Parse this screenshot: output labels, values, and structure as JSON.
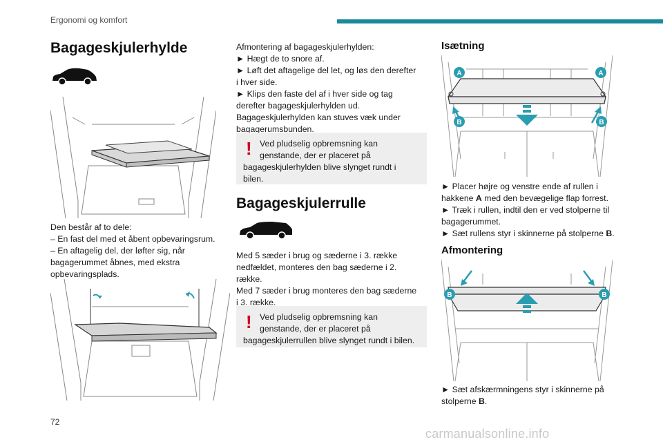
{
  "header": {
    "section": "Ergonomi og komfort",
    "accent_color": "#1a8a9a"
  },
  "footer": {
    "page_number": "72",
    "watermark": "carmanualsonline.info"
  },
  "col1": {
    "title": "Bagageskjulerhylde",
    "car_icon": "suv-silhouette-icon",
    "desc_intro": "Den består af to dele:",
    "desc_line1": "– En fast del med et åbent opbevaringsrum.",
    "desc_line2": "– En aftagelig del, der løfter sig, når",
    "desc_line3": "bagagerummet åbnes, med ekstra",
    "desc_line4": "opbevaringsplads."
  },
  "col2": {
    "removal_intro": "Afmontering af bagageskjulerhylden:",
    "step1": "► Hægt de to snore af.",
    "step2a": "► Løft det aftagelige del let, og løs den derefter",
    "step2b": "i hver side.",
    "step3a": "► Klips den faste del af i hver side og tag",
    "step3b": "derefter bagageskjulerhylden ud.",
    "stow_a": "Bagageskjulerhylden kan stuves væk under",
    "stow_b": "bagagerumsbunden.",
    "warn1_a": "Ved pludselig opbremsning kan",
    "warn1_b": "genstande, der er placeret på",
    "warn1_c": "bagageskjulerhylden blive slynget rundt i",
    "warn1_d": "bilen.",
    "title2": "Bagageskjulerrulle",
    "car_icon2": "estate-silhouette-icon",
    "install_a": "Med 5 sæder i brug og sæderne i 3. række",
    "install_b": "nedfældet, monteres den bag sæderne i 2.",
    "install_c": "række.",
    "install_d": "Med 7 sæder i brug monteres den bag sæderne",
    "install_e": "i 3. række.",
    "warn2_a": "Ved pludselig opbremsning kan",
    "warn2_b": "genstande, der er placeret på",
    "warn2_c": "bagageskjulerrullen blive slynget rundt i bilen."
  },
  "col3": {
    "fitting_title": "Isætning",
    "label_a": "A",
    "label_b": "B",
    "fit1_a": "► Placer højre og venstre ende af rullen i",
    "fit1_b_pre": "hakkene ",
    "fit1_b_bold": "A",
    "fit1_b_post": " med den bevægelige flap forrest.",
    "fit2_a": "► Træk i rullen, indtil den er ved stolperne til",
    "fit2_b": "bagagerummet.",
    "fit3_pre": "► Sæt rullens styr i skinnerne på stolperne ",
    "fit3_bold": "B",
    "fit3_post": ".",
    "removal_title": "Afmontering",
    "rem1_a": "► Sæt afskærmningens styr i skinnerne på",
    "rem1_b_pre": "stolperne ",
    "rem1_b_bold": "B",
    "rem1_b_post": ".",
    "callout_color": "#2a9db0"
  }
}
